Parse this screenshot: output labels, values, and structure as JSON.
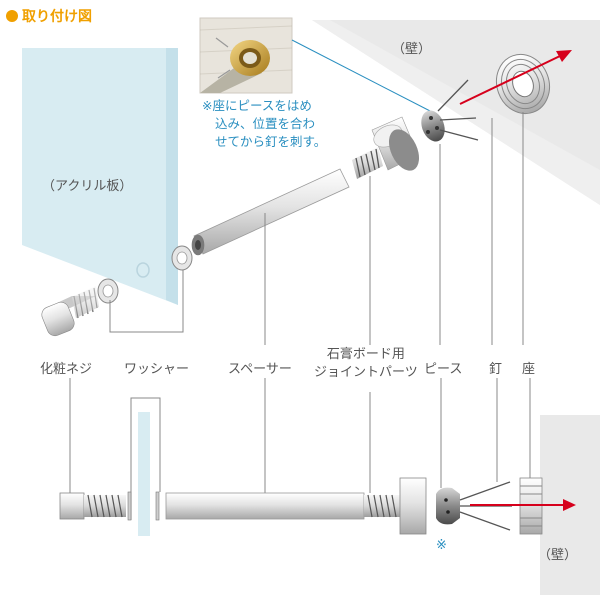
{
  "header": {
    "title": "取り付け図",
    "bullet_color": "#f0a000"
  },
  "photo_note": {
    "lines": [
      "※座にピースをはめ",
      "込み、位置を合わ",
      "せてから釘を刺す。"
    ],
    "color": "#2a8fc0"
  },
  "labels": {
    "acrylic": "（アクリル板）",
    "wall_top": "（壁）",
    "wall_bottom": "（壁）",
    "screw": "化粧ネジ",
    "washer": "ワッシャー",
    "spacer": "スペーサー",
    "joint_line1": "石膏ボード用",
    "joint_line2": "ジョイントパーツ",
    "piece": "ピース",
    "nail": "釘",
    "seat": "座",
    "asterisk": "※"
  },
  "colors": {
    "acrylic": "#d8ecf2",
    "wall": "#e8e8e8",
    "arrow": "#d6001c",
    "line": "#777777",
    "callout_line": "#2a8fc0"
  }
}
